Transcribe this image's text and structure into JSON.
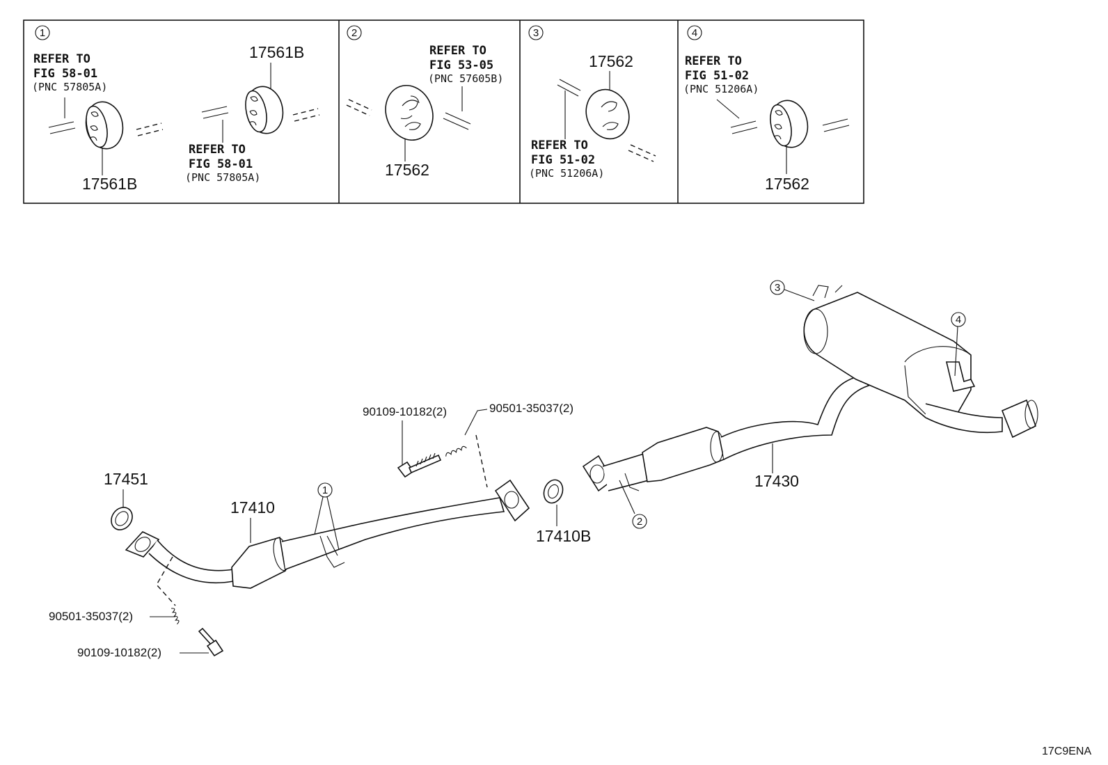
{
  "panels": [
    {
      "callout": "1",
      "refs": [
        {
          "line1": "REFER TO",
          "line2": "FIG 58-01",
          "pnc": "(PNC 57805A)"
        },
        {
          "line1": "REFER TO",
          "line2": "FIG 58-01",
          "pnc": "(PNC 57805A)"
        }
      ],
      "parts": [
        "17561B",
        "17561B"
      ]
    },
    {
      "callout": "2",
      "refs": [
        {
          "line1": "REFER TO",
          "line2": "FIG 53-05",
          "pnc": "(PNC 57605B)"
        }
      ],
      "parts": [
        "17562"
      ]
    },
    {
      "callout": "3",
      "refs": [
        {
          "line1": "REFER TO",
          "line2": "FIG 51-02",
          "pnc": "(PNC 51206A)"
        }
      ],
      "parts": [
        "17562"
      ]
    },
    {
      "callout": "4",
      "refs": [
        {
          "line1": "REFER TO",
          "line2": "FIG 51-02",
          "pnc": "(PNC 51206A)"
        }
      ],
      "parts": [
        "17562"
      ]
    }
  ],
  "main": {
    "labels": {
      "p17451": "17451",
      "p17410": "17410",
      "p17410B": "17410B",
      "p17430": "17430",
      "bolt_upper": "90109-10182(2)",
      "spring_upper": "90501-35037(2)",
      "spring_lower": "90501-35037(2)",
      "bolt_lower": "90109-10182(2)"
    },
    "callouts": {
      "c1": "1",
      "c2": "2",
      "c3": "3",
      "c4": "4"
    }
  },
  "diagram_code": "17C9ENA"
}
